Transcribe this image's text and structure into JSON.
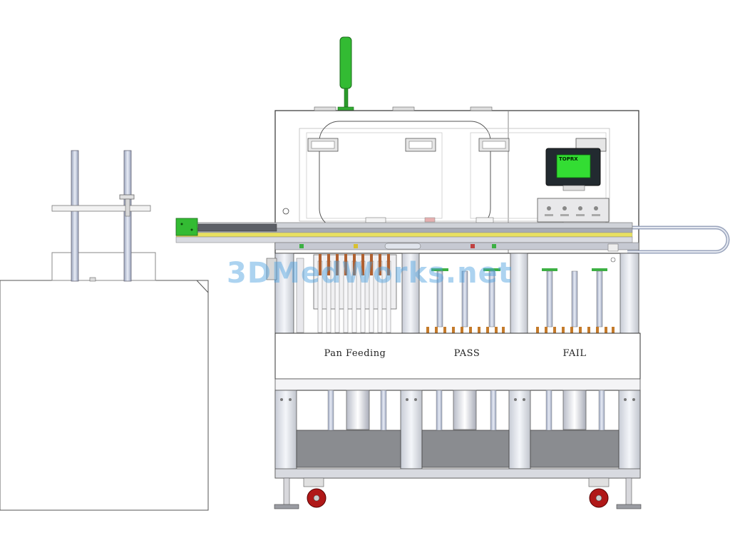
{
  "diagram": {
    "sections": {
      "pan_feeding": "Pan Feeding",
      "pass": "PASS",
      "fail": "FAIL"
    },
    "watermark": "3DMedWorks.net",
    "hmi_screen_text": "TOPRX"
  },
  "colors": {
    "signal_tower": "#33bb33",
    "hmi_screen": "#33dd33",
    "frame": "#c8ccd2",
    "caster_wheel": "#b01818",
    "guide_rail_yellow": "#e8e060",
    "copper_fingers": "#c47a2a"
  }
}
